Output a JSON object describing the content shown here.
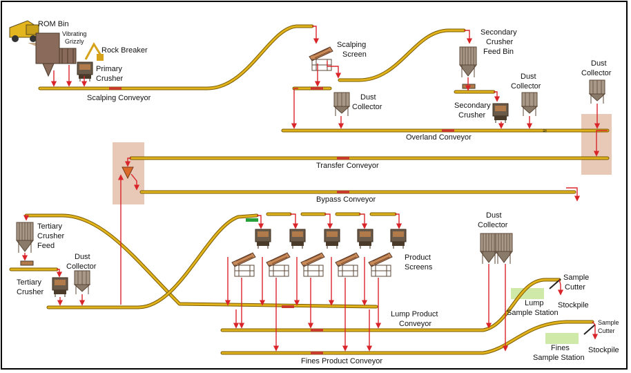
{
  "labels": {
    "rom_bin": "ROM Bin",
    "vibrating_grizzly_1": "Vibrating",
    "vibrating_grizzly_2": "Grizzly",
    "rock_breaker": "Rock Breaker",
    "primary_crusher_1": "Primary",
    "primary_crusher_2": "Crusher",
    "scalping_conveyor": "Scalping Conveyor",
    "scalping_screen_1": "Scalping",
    "scalping_screen_2": "Screen",
    "dust_collector_a_1": "Dust",
    "dust_collector_a_2": "Collector",
    "secondary_feed_bin_1": "Secondary",
    "secondary_feed_bin_2": "Crusher",
    "secondary_feed_bin_3": "Feed Bin",
    "dust_collector_b_1": "Dust",
    "dust_collector_b_2": "Collector",
    "dust_collector_c_1": "Dust",
    "dust_collector_c_2": "Collector",
    "secondary_crusher_1": "Secondary",
    "secondary_crusher_2": "Crusher",
    "overland_conveyor": "Overland Conveyor",
    "transfer_conveyor": "Transfer Conveyor",
    "bypass_conveyor": "Bypass Conveyor",
    "tertiary_feed_1": "Tertiary",
    "tertiary_feed_2": "Crusher",
    "tertiary_feed_3": "Feed",
    "tertiary_crusher_1": "Tertiary",
    "tertiary_crusher_2": "Crusher",
    "dust_collector_d_1": "Dust",
    "dust_collector_d_2": "Collector",
    "dust_collector_e_1": "Dust",
    "dust_collector_e_2": "Collector",
    "product_screens_1": "Product",
    "product_screens_2": "Screens",
    "lump_product_conveyor_1": "Lump Product",
    "lump_product_conveyor_2": "Conveyor",
    "fines_product_conveyor": "Fines Product Conveyor",
    "sample_cutter_a_1": "Sample",
    "sample_cutter_a_2": "Cutter",
    "stockpile_a": "Stockpile",
    "lump_sample_station_1": "Lump",
    "lump_sample_station_2": "Sample Station",
    "sample_cutter_b_1": "Sample",
    "sample_cutter_b_2": "Cutter",
    "stockpile_b": "Stockpile",
    "fines_sample_station_1": "Fines",
    "fines_sample_station_2": "Sample Station"
  },
  "colors": {
    "belt_outline": "#7a5a00",
    "belt_fill": "#e0b21c",
    "flow_arrow": "#d9252a",
    "transfer_zone": "#e8c9b8",
    "sample_station": "#cfe9a8",
    "equipment_dark": "#5a4636",
    "equipment_brown": "#8a5a3a"
  }
}
